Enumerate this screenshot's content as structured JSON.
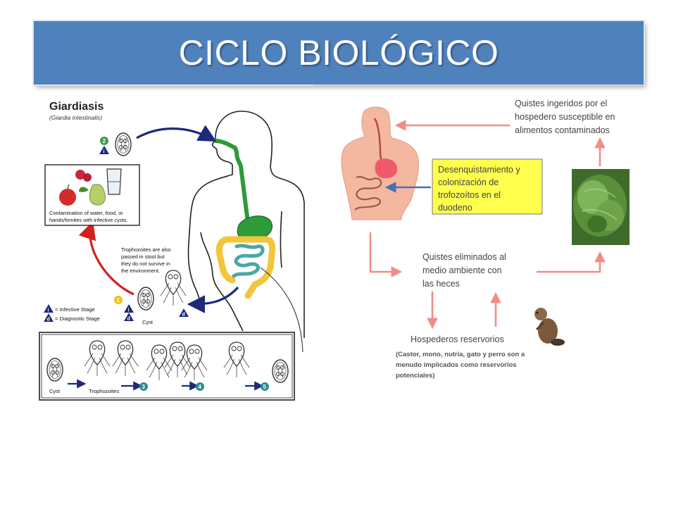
{
  "title": "CICLO BIOLÓGICO",
  "left_diagram": {
    "heading": "Giardiasis",
    "subheading": "(Giardia intestinalis)",
    "contamination_text": [
      "Contamination of water, food, or",
      "hands/fomites with infective cysts."
    ],
    "trophozoite_note": [
      "Trophozoites are also",
      "passed in stool but",
      "they do not survive in",
      "the environment."
    ],
    "legend_infective": "= Infective Stage",
    "legend_diagnostic": "= Diagnostic Stage",
    "cyst_label": "Cyst",
    "strip_cyst_label": "Cyst",
    "strip_trophozoites_label": "Trophozoites",
    "step_1": "1",
    "step_2": "2",
    "step_3": "3",
    "step_4": "4",
    "step_5": "5",
    "infective_symbol": "i",
    "diagnostic_symbol": "d"
  },
  "right_diagram": {
    "ingested_text": [
      "Quistes ingeridos por    el",
      "hospedero susceptible en",
      "alimentos    contaminados"
    ],
    "yellow_box_text": [
      "Desenquistamiento y",
      "colonización de",
      "trofozoítos en el",
      "duodeno"
    ],
    "eliminated_text": [
      "Quistes eliminados al",
      "medio ambiente  con",
      "las heces"
    ],
    "reservoir_title": "Hospederos reservorios",
    "reservoir_note": [
      "(Castor, mono, nutria, gato y perro son a",
      "menudo implicados como reservorios",
      "potenciales)"
    ]
  },
  "colors": {
    "title_bg": "#4f81bd",
    "navy_arrow": "#1c2a7a",
    "red_arrow": "#d42020",
    "salmon_arrow": "#ef8e86",
    "yellow_box": "#ffff4d",
    "intestine_green": "#2e9a3a",
    "colon_yellow": "#f2c63a",
    "small_intestine_teal": "#4aa7a7",
    "step_green": "#3f9a4a",
    "step_teal": "#2d8c8c",
    "step_yellow": "#f2c21a",
    "torso_skin": "#f4b7a0"
  }
}
